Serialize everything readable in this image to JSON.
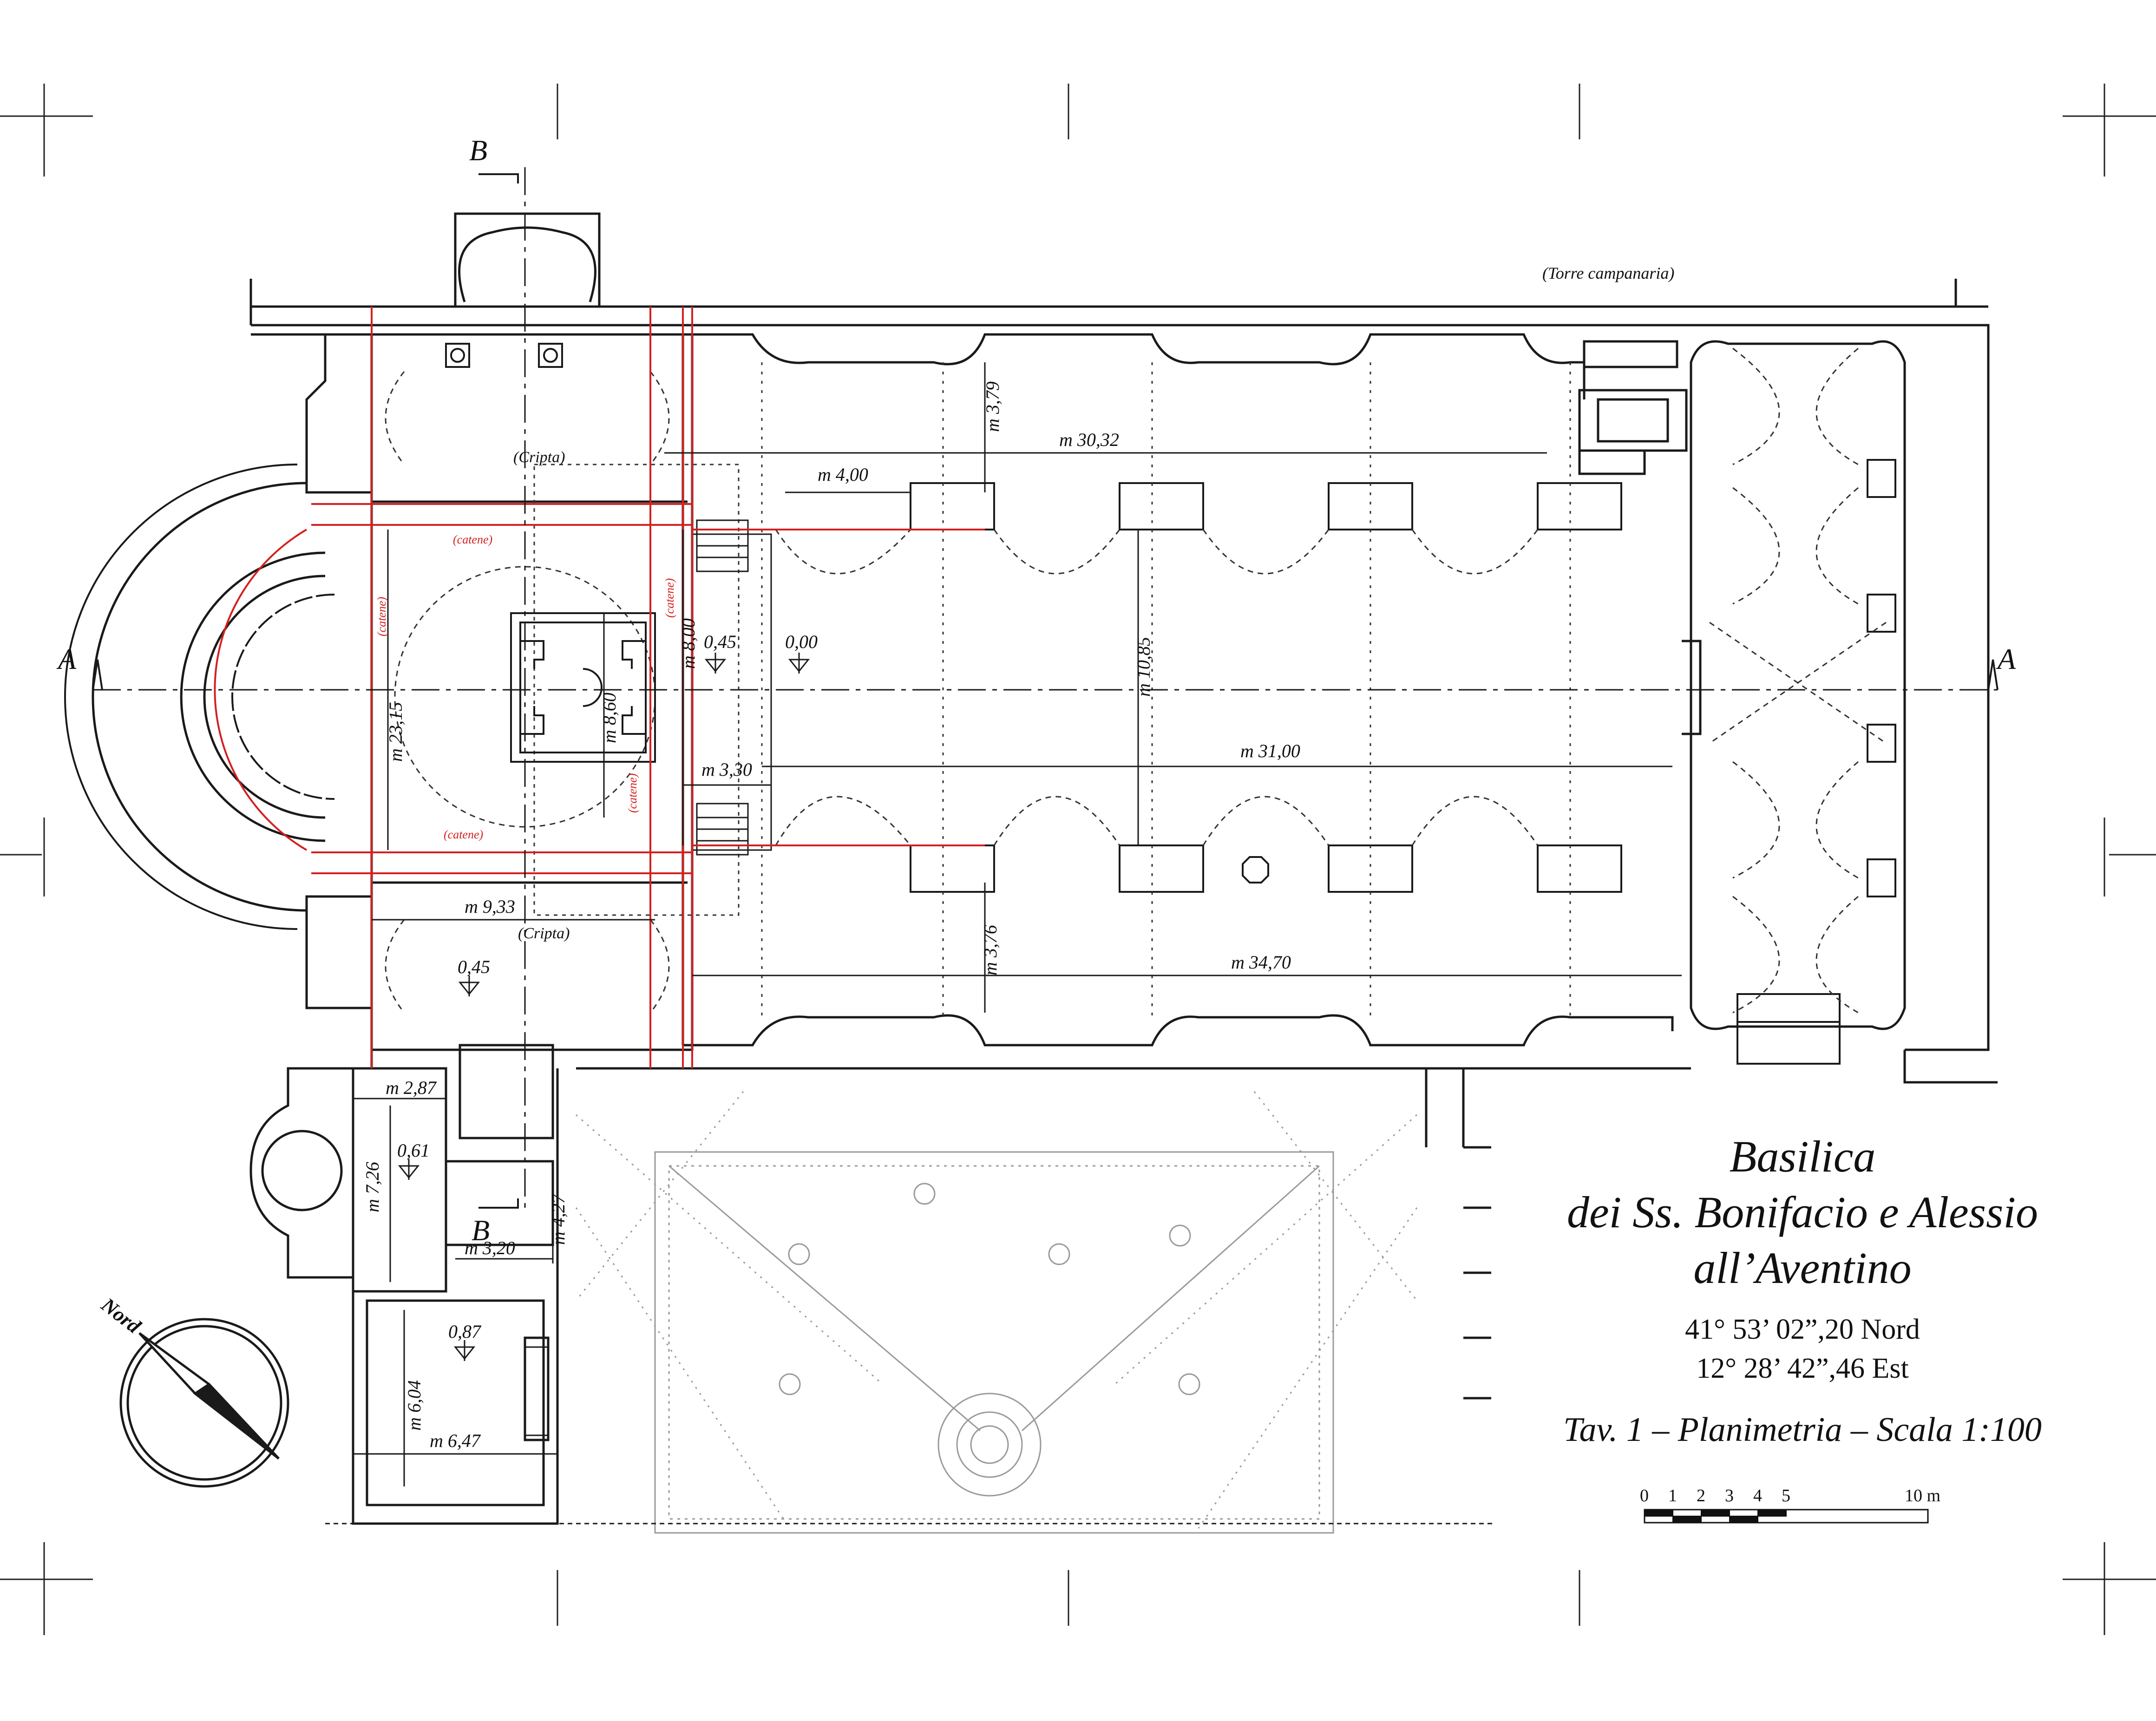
{
  "title": {
    "line1": "Basilica",
    "line2": "dei Ss. Bonifacio e Alessio",
    "line3": "all’Aventino"
  },
  "coordinates": {
    "lat": "41° 53’ 02”,20 Nord",
    "lon": "12° 28’ 42”,46 Est"
  },
  "table_label": "Tav. 1 – Planimetria – Scala 1:100",
  "scale_bar": {
    "ticks": [
      "0",
      "1",
      "2",
      "3",
      "4",
      "5"
    ],
    "end_label": "10 m",
    "max_m": 10
  },
  "north_label": "Nord",
  "section_marks": {
    "a": "A",
    "b": "B"
  },
  "rooms": {
    "cripta": "(Cripta)",
    "torre": "(Torre campanaria)",
    "catene": "(catene)"
  },
  "levels": [
    "0,00",
    "0,45",
    "0,45",
    "0,61",
    "0,87"
  ],
  "dimensions": {
    "d1": "m 30,32",
    "d2": "m 4,00",
    "d3": "m 3,79",
    "d4": "m 8,00",
    "d5": "m 8,60",
    "d6": "m 23,15",
    "d7": "m 10,85",
    "d8": "m 31,00",
    "d9": "m 3,30",
    "d10": "m 9,33",
    "d11": "m 3,76",
    "d12": "m 34,70",
    "d13": "m 2,87",
    "d14": "m 7,26",
    "d15": "m 4,27",
    "d16": "m 3,20",
    "d17": "m 6,04",
    "d18": "m 6,47"
  },
  "colors": {
    "line": "#1a1a1a",
    "chains": "#d42020",
    "courtyard": "#9a9a9a"
  }
}
